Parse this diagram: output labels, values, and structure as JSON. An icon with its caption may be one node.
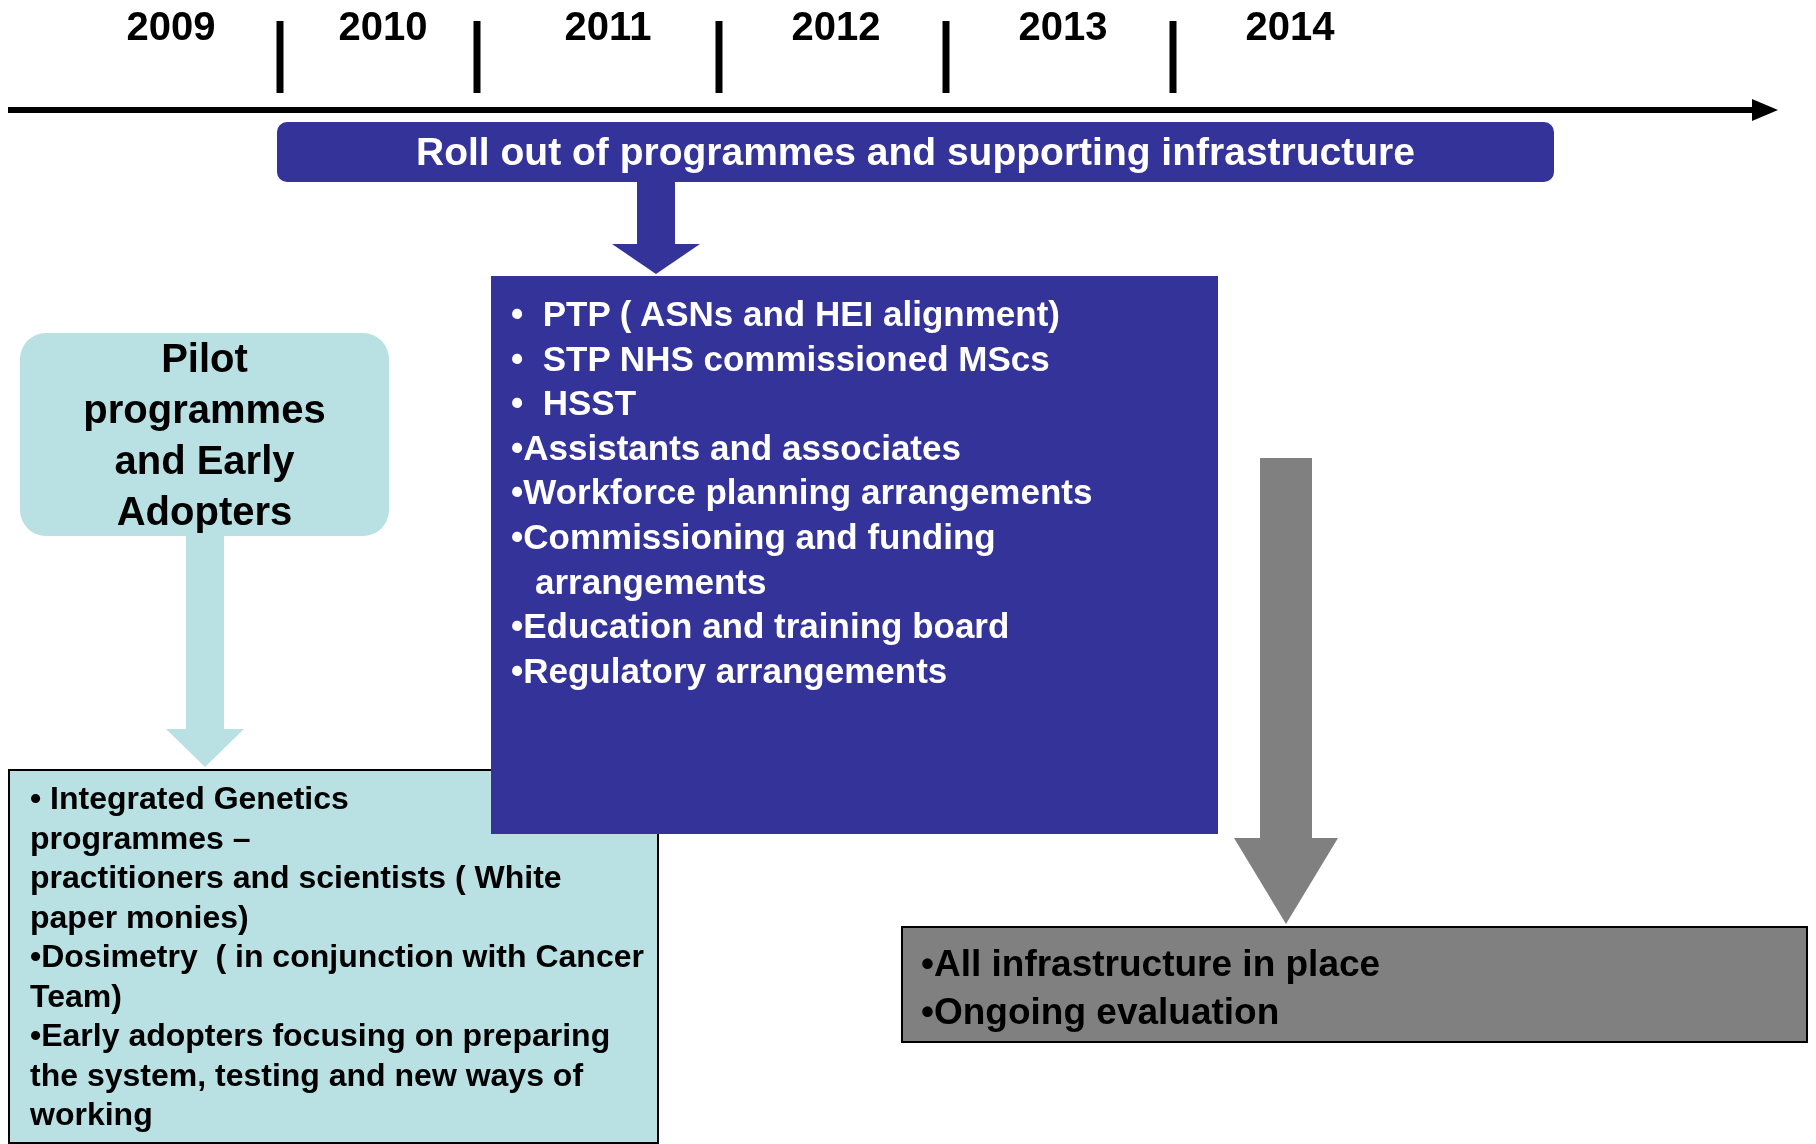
{
  "diagram": {
    "nodes": [
      {
        "text": [
          "Roll out of programmes and supporting infrastructure"
        ]
      },
      {
        "text": [
          "•  PTP ( ASNs and HEI alignment)",
          "•  STP NHS commissioned MScs",
          "•  HSST",
          "•Assistants and associates",
          "•Workforce planning arrangements",
          "•Commissioning and funding arrangements",
          "•Education and training board",
          "•Regulatory arrangements"
        ]
      },
      {
        "text": [
          "Pilot programmes and Early Adopters"
        ]
      },
      {
        "text": [
          "• Integrated Genetics programmes – practitioners and scientists ( White paper monies)",
          "•Dosimetry  ( in conjunction with Cancer Team)",
          "•Early adopters focusing on preparing the system, testing and new ways of working"
        ]
      },
      {
        "text": [
          "•All infrastructure in place",
          "•Ongoing evaluation"
        ]
      }
    ],
    "edges": [
      {
        "from": 0,
        "to": 1,
        "arrow": "to",
        "color": "#333399"
      },
      {
        "from": 2,
        "to": 3,
        "arrow": "to",
        "color": "#b9e0e3"
      },
      {
        "from": null,
        "to": 4,
        "arrow": "to",
        "color": "#808080"
      }
    ],
    "labels": [
      "2009",
      "2010",
      "2011",
      "2012",
      "2013",
      "2014"
    ]
  }
}
